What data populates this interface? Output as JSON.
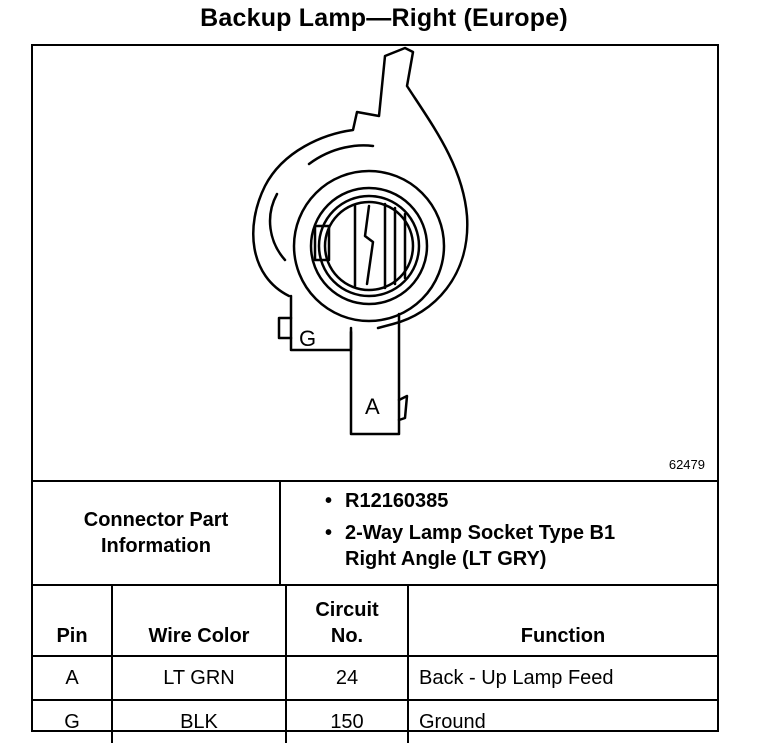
{
  "title": "Backup Lamp—Right (Europe)",
  "figure": {
    "figure_number": "62479",
    "pin_labels": [
      "G",
      "A"
    ]
  },
  "connector": {
    "label_line1": "Connector Part",
    "label_line2": "Information",
    "info": [
      "R12160385",
      "2-Way Lamp Socket Type B1 Right Angle (LT GRY)"
    ],
    "info_line2a": "2-Way Lamp Socket Type B1",
    "info_line2b": "Right Angle (LT GRY)"
  },
  "table": {
    "headers": {
      "pin": "Pin",
      "wire_color": "Wire Color",
      "circuit_line1": "Circuit",
      "circuit_line2": "No.",
      "function": "Function"
    },
    "rows": [
      {
        "pin": "A",
        "wire_color": "LT GRN",
        "circuit": "24",
        "function": "Back - Up Lamp Feed"
      },
      {
        "pin": "G",
        "wire_color": "BLK",
        "circuit": "150",
        "function": "Ground"
      }
    ]
  }
}
